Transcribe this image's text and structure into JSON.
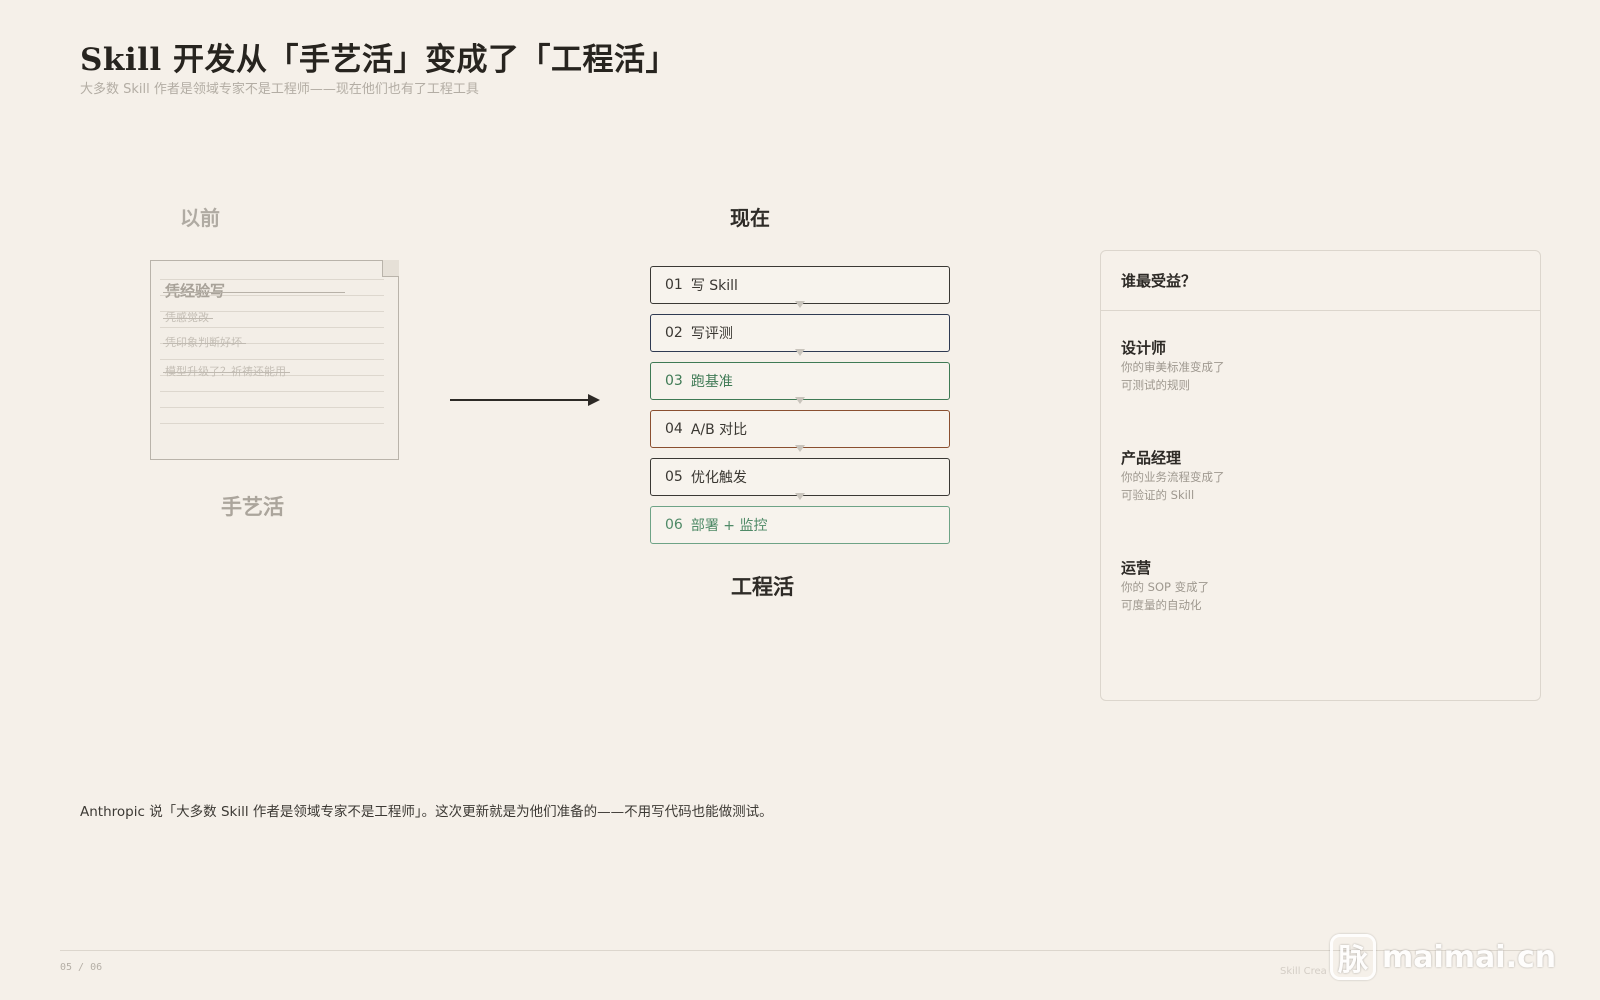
{
  "header": {
    "title": "Skill 开发从「手艺活」变成了「工程活」",
    "subtitle": "大多数 Skill 作者是领域专家不是工程师——现在他们也有了工程工具"
  },
  "before": {
    "heading": "以前",
    "paper_title": "凭经验写",
    "notes": [
      "凭感觉改",
      "凭印象判断好坏",
      "模型升级了？祈祷还能用"
    ],
    "label": "手艺活"
  },
  "now": {
    "heading": "现在",
    "label": "工程活",
    "steps": [
      {
        "num": "01",
        "label": "写 Skill",
        "border": "#3a3834",
        "text": "#3a3732"
      },
      {
        "num": "02",
        "label": "写评测",
        "border": "#2f3a52",
        "text": "#3a3732"
      },
      {
        "num": "03",
        "label": "跑基准",
        "border": "#3f7a55",
        "text": "#3f7a55"
      },
      {
        "num": "04",
        "label": "A/B 对比",
        "border": "#8a4f30",
        "text": "#3a3732"
      },
      {
        "num": "05",
        "label": "优化触发",
        "border": "#3a3834",
        "text": "#3a3732"
      },
      {
        "num": "06",
        "label": "部署 + 监控",
        "border": "#6ea386",
        "text": "#4f8a67"
      }
    ]
  },
  "beneficiaries": {
    "title": "谁最受益？",
    "roles": [
      {
        "name": "设计师",
        "desc1": "你的审美标准变成了",
        "desc2": "可测试的规则"
      },
      {
        "name": "产品经理",
        "desc1": "你的业务流程变成了",
        "desc2": "可验证的 Skill"
      },
      {
        "name": "运营",
        "desc1": "你的 SOP 变成了",
        "desc2": "可度量的自动化"
      }
    ]
  },
  "footer": {
    "quote": "Anthropic 说「大多数 Skill 作者是领域专家不是工程师」。这次更新就是为他们准备的——不用写代码也能做测试。",
    "page": "05 / 06",
    "mark": "Skill Crea",
    "watermark_glyph": "脉",
    "watermark_text": "maimai.cn"
  }
}
